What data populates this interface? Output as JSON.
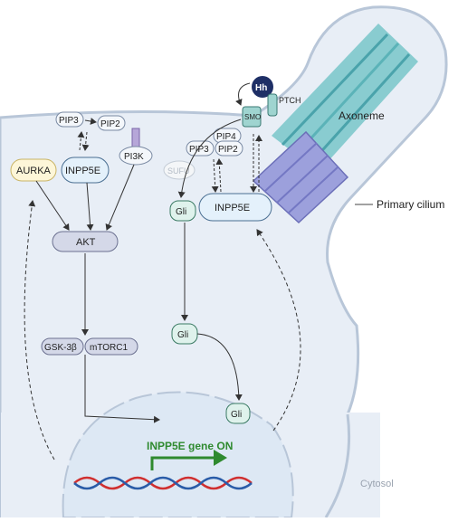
{
  "labels": {
    "pip3_left": "PIP3",
    "pip2_left": "PIP2",
    "pi3k": "PI3K",
    "aurka": "AURKA",
    "inpp5e_left": "INPP5E",
    "akt": "AKT",
    "gsk3b": "GSK-3β",
    "mtorc1": "mTORC1",
    "hh": "Hh",
    "smo": "SMO",
    "ptch": "PTCH",
    "pip4": "PIP4",
    "pip3_right": "PIP3",
    "pip2_right": "PIP2",
    "sufu": "SUFU",
    "gli_1": "Gli",
    "inpp5e_right": "INPP5E",
    "gli_2": "Gli",
    "gli_3": "Gli",
    "axoneme": "Axoneme",
    "primary_cilium": "Primary cilium",
    "gene_on": "INPP5E gene ON",
    "cytosol": "Cytosol"
  },
  "colors": {
    "cell_fill": "#e8eef6",
    "membrane": "#b8c6d8",
    "nucleus_fill": "#dde8f4",
    "aurka_fill": "#fdf6d8",
    "aurka_stroke": "#c9b466",
    "inpp5e_fill": "#e4f1fb",
    "inpp5e_stroke": "#4a6f92",
    "gli_fill": "#dff2ec",
    "gli_stroke": "#3a7a63",
    "hh_fill": "#1e2f66",
    "arrow_green": "#2f8a2f",
    "dna_red": "#d03030",
    "dna_blue": "#2a5ca8",
    "axoneme_teal": "#6bbdc2",
    "basal_purple": "#8b8fd0"
  }
}
